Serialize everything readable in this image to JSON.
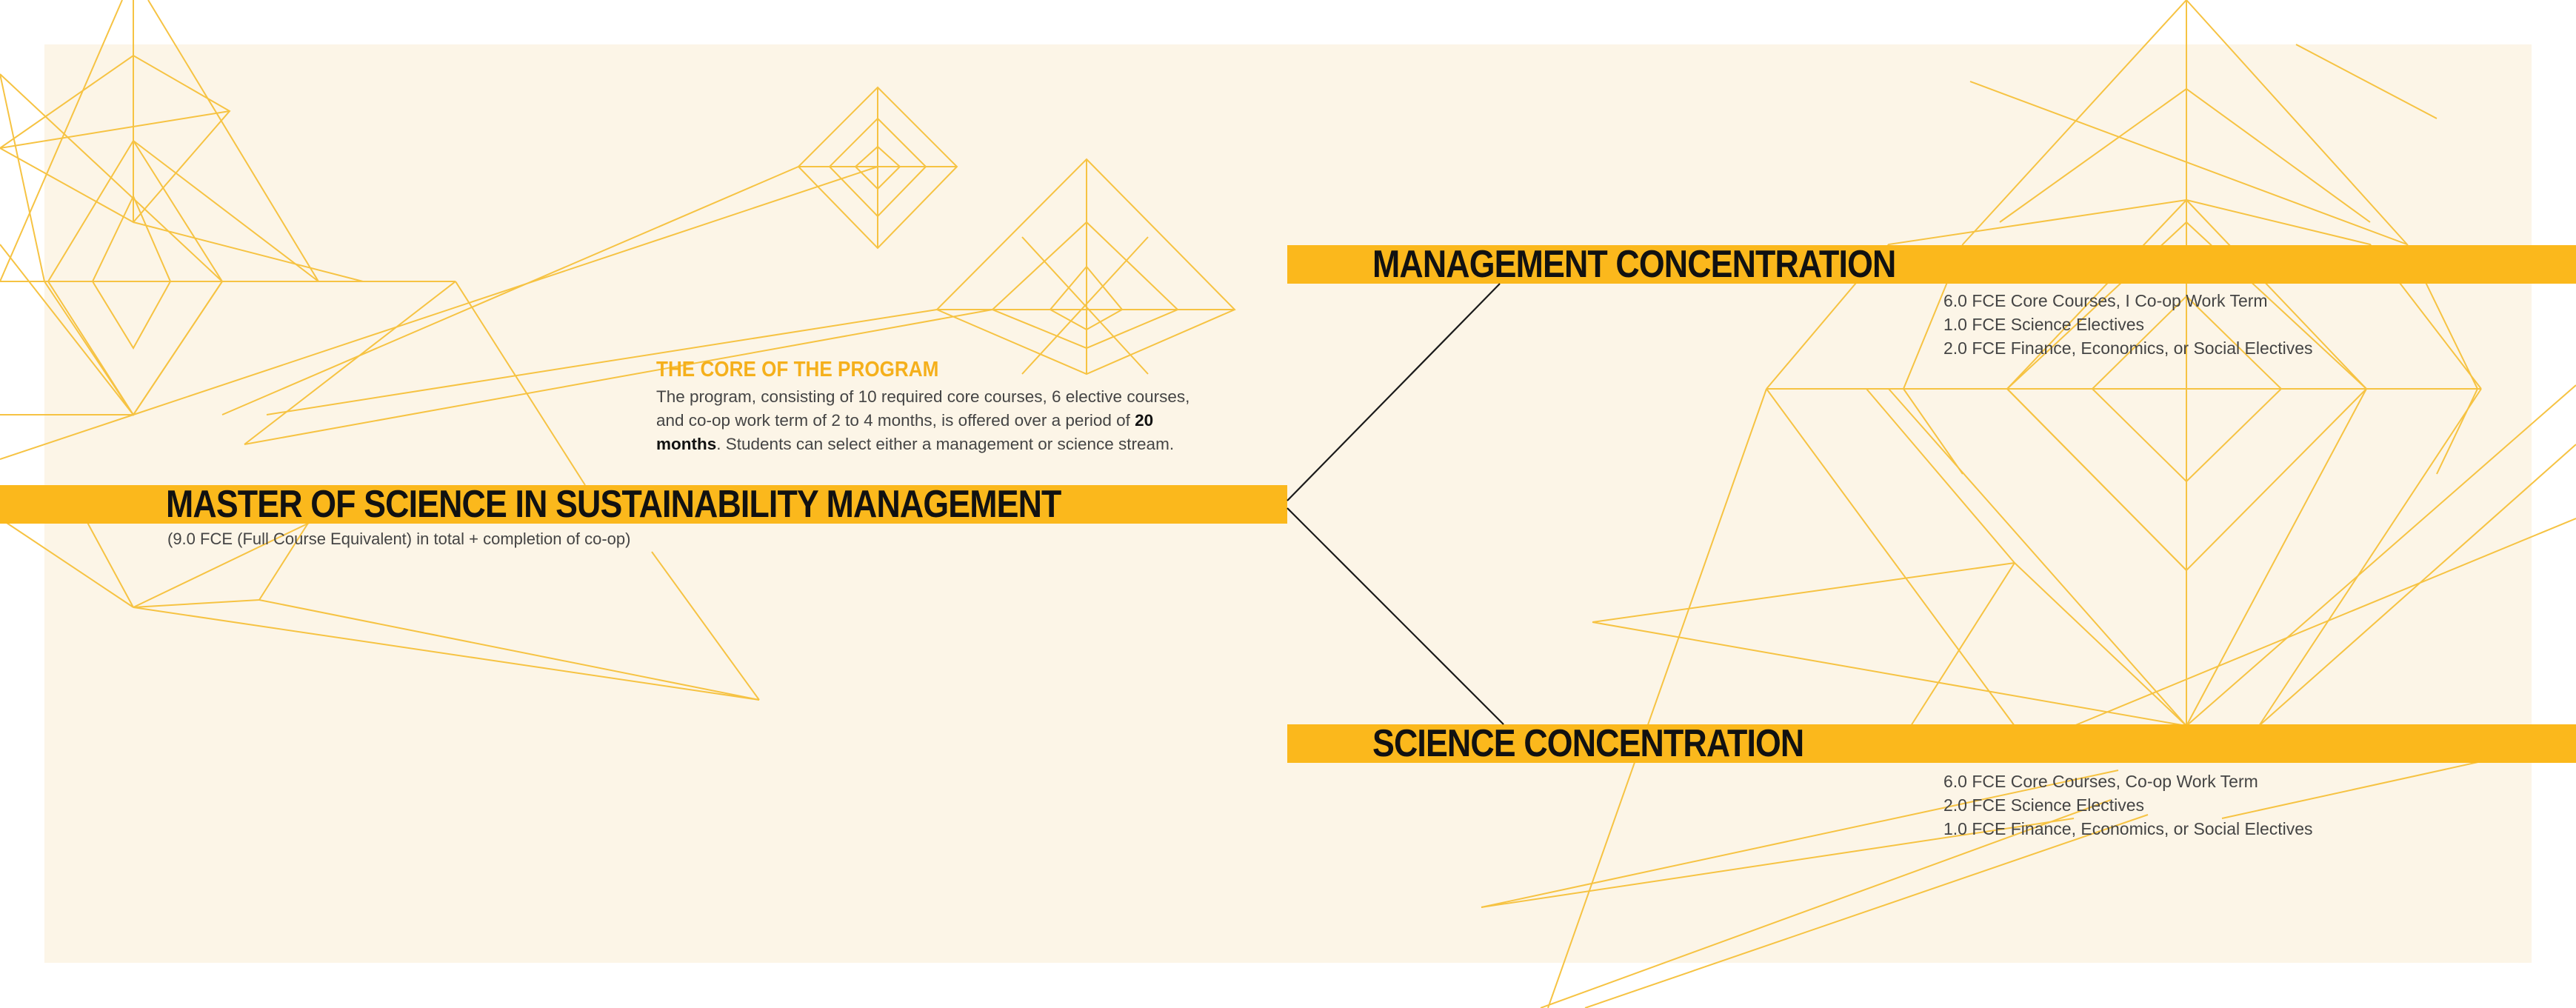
{
  "program": {
    "title": "MASTER OF SCIENCE IN SUSTAINABILITY MANAGEMENT",
    "note": "(9.0 FCE (Full Course Equivalent) in total + completion of co-op)"
  },
  "core": {
    "title": "THE CORE OF THE PROGRAM",
    "body_before": "The program, consisting of 10 required core courses, 6 elective courses, and co-op work term  of 2 to 4 months, is offered over a period of ",
    "body_bold": "20 months",
    "body_after": ". Students can select either a management or science stream."
  },
  "management": {
    "title": "MANAGEMENT CONCENTRATION",
    "items": [
      "6.0 FCE Core Courses, I Co-op Work Term",
      "1.0 FCE Science Electives",
      "2.0 FCE Finance, Economics, or Social Electives"
    ]
  },
  "science": {
    "title": "SCIENCE CONCENTRATION",
    "items": [
      "6.0 FCE Core Courses, Co-op Work Term",
      "2.0 FCE Science Electives",
      "1.0 FCE Finance, Economics, or Social Electives"
    ]
  },
  "colors": {
    "band": "#fbb81c",
    "accent_text": "#f5b01c",
    "panel": "#fcf5e7",
    "decoration": "#f6c343"
  }
}
